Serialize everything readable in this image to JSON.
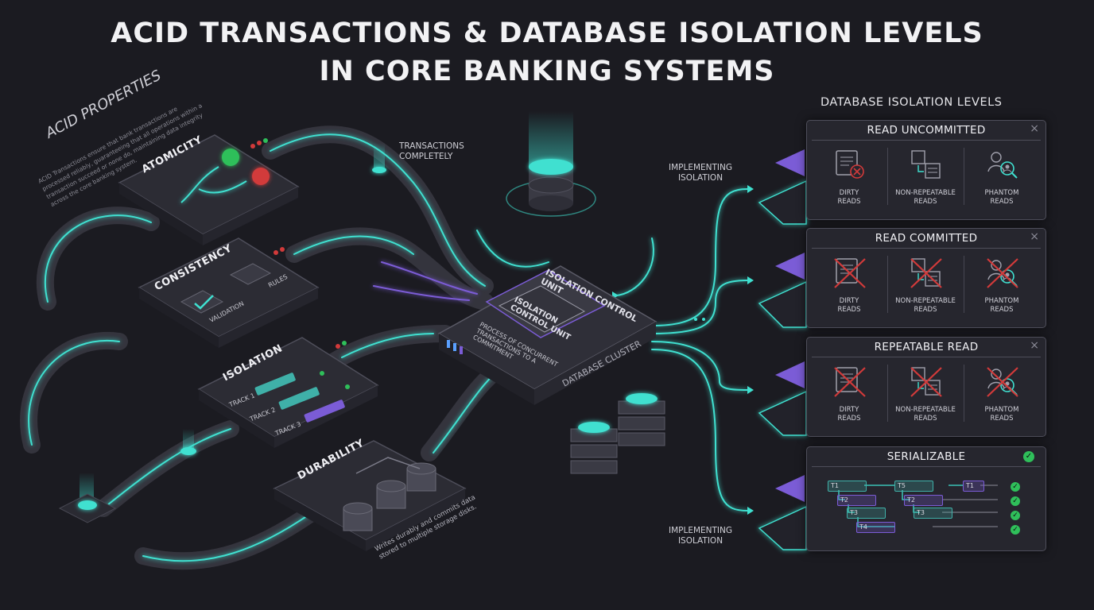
{
  "title": {
    "line1": "ACID TRANSACTIONS & DATABASE ISOLATION LEVELS",
    "line2": "IN CORE BANKING SYSTEMS"
  },
  "acid": {
    "heading": "ACID PROPERTIES",
    "description": "ACID Transactions ensure that bank transactions are processed reliably, guaranteeing that all operations within a transaction succeed or none do, maintaining data integrity across the core banking system.",
    "atomicity": "ATOMICITY",
    "consistency": "CONSISTENCY",
    "consistency_validation": "VALIDATION",
    "consistency_rules": "RULES",
    "isolation": "ISOLATION",
    "isolation_tracks": [
      "TRACK 1",
      "TRACK 2",
      "TRACK 3"
    ],
    "durability": "DURABILITY",
    "durability_desc": "Writes durably and commits data stored to multiple storage disks."
  },
  "transactions_label": {
    "line1": "TRANSACTIONS",
    "line2": "COMPLETELY"
  },
  "cluster": {
    "label": "DATABASE CLUSTER",
    "outer_unit": "ISOLATION CONTROL UNIT",
    "inner_unit": "ISOLATION CONTROL UNIT",
    "desc": "PROCESS OF CONCURRENT TRANSACTIONS TO A COMMITMENT"
  },
  "implementing": {
    "top": {
      "line1": "IMPLEMENTING",
      "line2": "ISOLATION"
    },
    "bottom": {
      "line1": "IMPLEMENTING",
      "line2": "ISOLATION"
    }
  },
  "isolation_levels": {
    "heading": "DATABASE ISOLATION LEVELS",
    "levels": [
      {
        "name": "READ UNCOMMITTED",
        "close": "×",
        "anomalies": [
          {
            "line1": "DIRTY",
            "line2": "READS",
            "icon": "dirty-reads-icon",
            "prevented": false
          },
          {
            "line1": "NON-REPEATABLE",
            "line2": "READS",
            "icon": "non-repeatable-reads-icon",
            "prevented": false
          },
          {
            "line1": "PHANTOM",
            "line2": "READS",
            "icon": "phantom-reads-icon",
            "prevented": false
          }
        ]
      },
      {
        "name": "READ COMMITTED",
        "close": "×",
        "anomalies": [
          {
            "line1": "DIRTY",
            "line2": "READS",
            "icon": "dirty-reads-icon",
            "prevented": true
          },
          {
            "line1": "NON-REPEATABLE",
            "line2": "READS",
            "icon": "non-repeatable-reads-icon",
            "prevented": true
          },
          {
            "line1": "PHANTOM",
            "line2": "READS",
            "icon": "phantom-reads-icon",
            "prevented": true
          }
        ]
      },
      {
        "name": "REPEATABLE READ",
        "close": "×",
        "anomalies": [
          {
            "line1": "DIRTY",
            "line2": "READS",
            "icon": "dirty-reads-icon",
            "prevented": true
          },
          {
            "line1": "NON-REPEATABLE",
            "line2": "READS",
            "icon": "non-repeatable-reads-icon",
            "prevented": true
          },
          {
            "line1": "PHANTOM",
            "line2": "READS",
            "icon": "phantom-reads-icon",
            "prevented": true
          }
        ]
      },
      {
        "name": "SERIALIZABLE",
        "check": "✓",
        "transactions": [
          "T1",
          "T2",
          "T3",
          "T4",
          "T5",
          "T2",
          "T3",
          "T1"
        ]
      }
    ]
  },
  "colors": {
    "background": "#1b1b21",
    "accent_teal": "#3fe0d0",
    "accent_purple": "#7b5cd6",
    "red_cross": "#d23a3a",
    "green_check": "#2fbf5a"
  }
}
